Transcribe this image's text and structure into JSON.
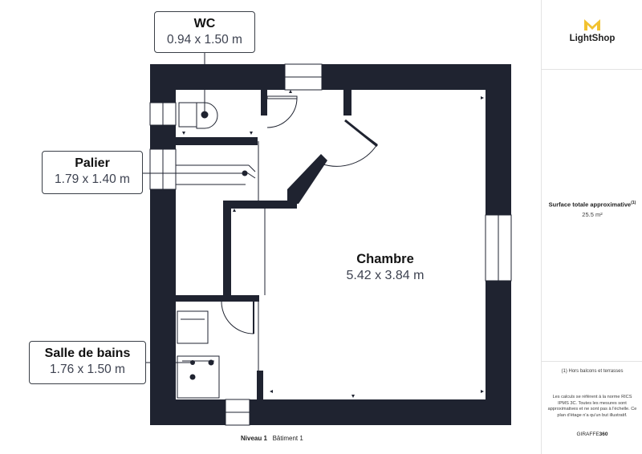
{
  "rooms": {
    "wc": {
      "name": "WC",
      "dims": "0.94 x 1.50 m"
    },
    "palier": {
      "name": "Palier",
      "dims": "1.79 x 1.40 m"
    },
    "salle_de_bains": {
      "name": "Salle de bains",
      "dims": "1.76 x 1.50 m"
    },
    "chambre": {
      "name": "Chambre",
      "dims": "5.42 x 3.84 m"
    }
  },
  "footer": {
    "level": "Niveau 1",
    "building": "Bâtiment 1"
  },
  "sidebar": {
    "brand": "LightShop",
    "brand_tagline": "",
    "surface_label": "Surface totale approximative",
    "surface_note_marker": "(1)",
    "surface_value": "25.5 m²",
    "note": "(1) Hors balcons et terrasses",
    "disclaimer": "Les calculs se réfèrent à la norme RICS IPMS 3C. Toutes les mesures sont approximatives et ne sont pas à l'échelle. Ce plan d'étage n'a qu'un but illustratif.",
    "credit_prefix": "GIRAFFE",
    "credit_suffix": "360"
  },
  "colors": {
    "wall": "#1f2330",
    "brand_yellow": "#f2c230",
    "line": "#3a3f47"
  }
}
